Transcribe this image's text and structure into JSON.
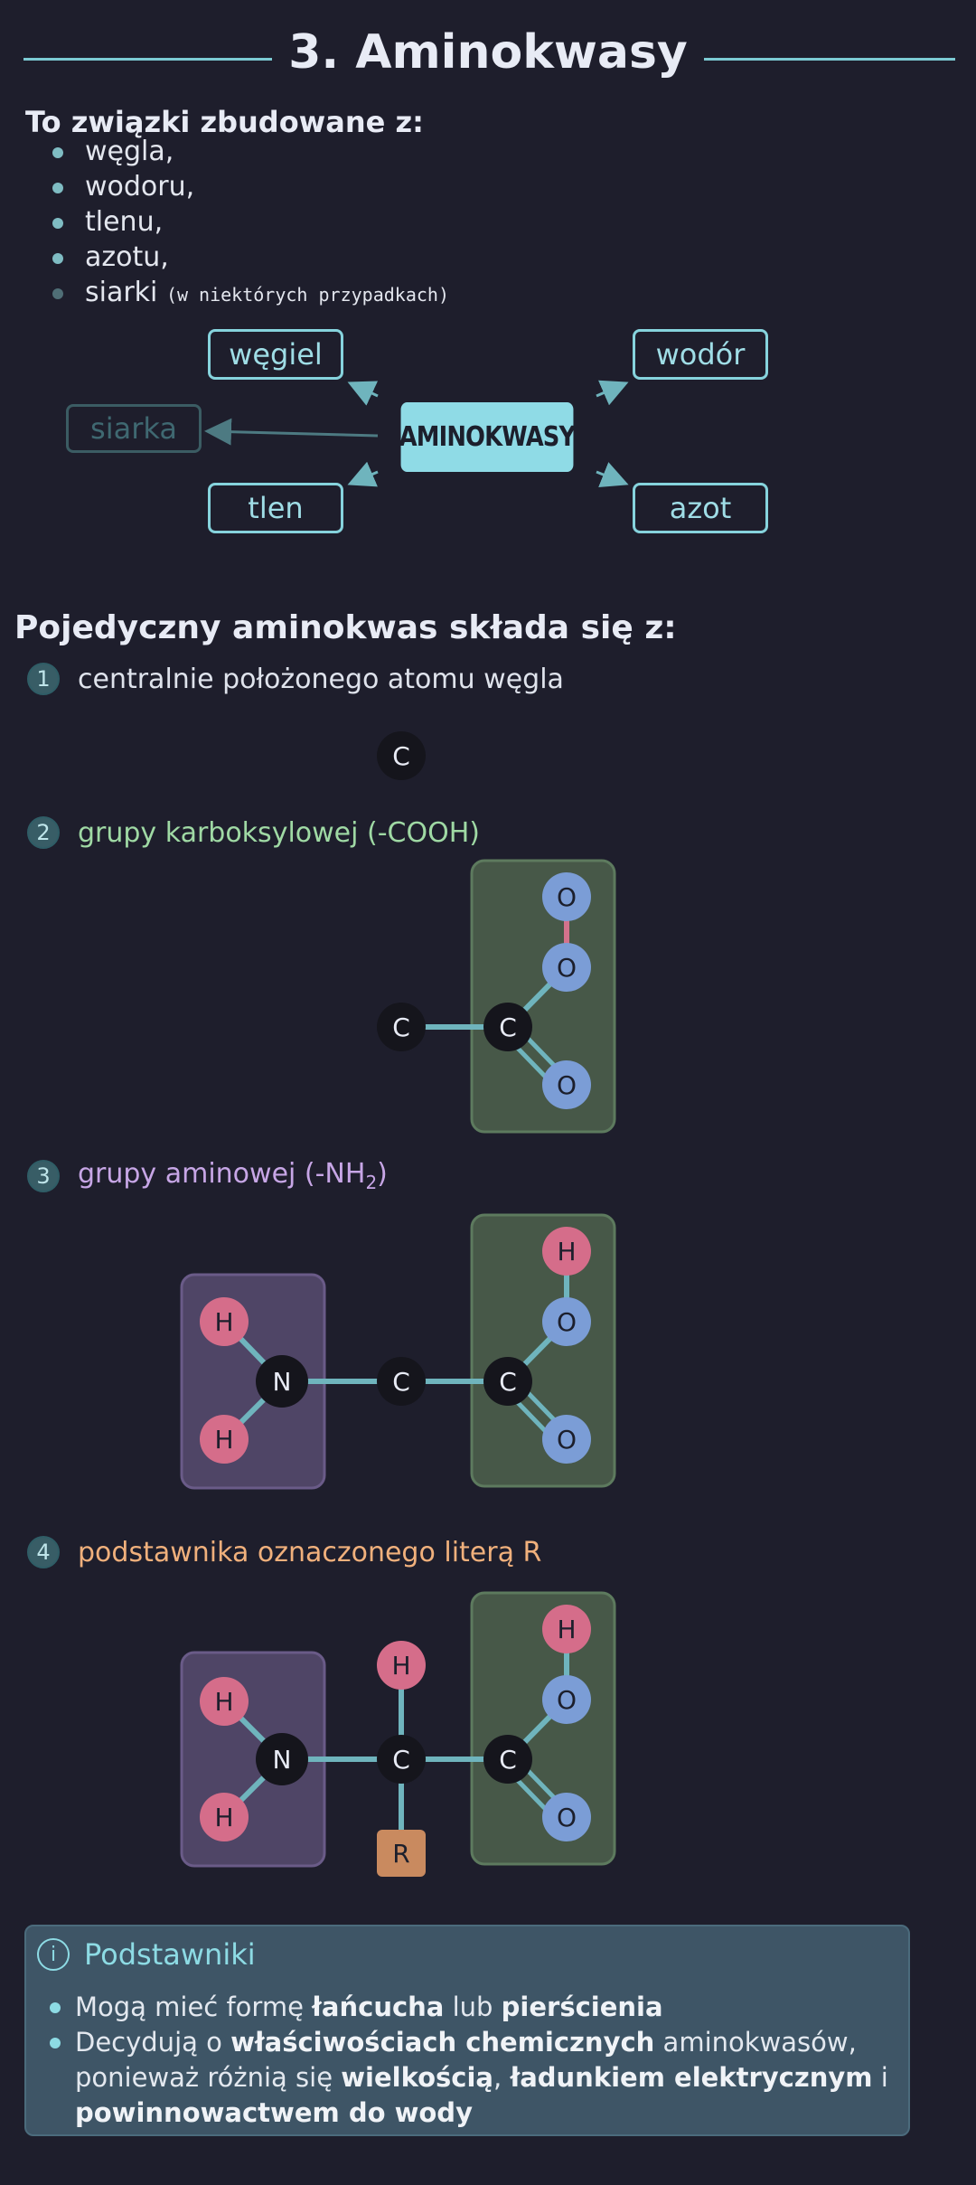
{
  "title": "3. Aminokwasy",
  "intro": "To związki zbudowane z:",
  "elements": [
    "węgla,",
    "wodoru,",
    "tlenu,",
    "azotu,",
    "siarki"
  ],
  "elements_note": "(w niektórych przypadkach)",
  "diagram": {
    "center": "AMINOKWASY",
    "nodes": {
      "carbon": "węgiel",
      "hydrogen": "wodór",
      "sulfur": "siarka",
      "oxygen": "tlen",
      "nitrogen": "azot"
    }
  },
  "section_title": "Pojedyczny aminokwas składa się z:",
  "steps": [
    {
      "num": "1",
      "text": "centralnie położonego atomu węgla",
      "color": "#dfe3ec"
    },
    {
      "num": "2",
      "text": "grupy karboksylowej (-COOH)",
      "color": "#9fd9a4"
    },
    {
      "num": "3",
      "text": "grupy aminowej (-NH",
      "sub": "2",
      "close": ")",
      "color": "#c7a6e6"
    },
    {
      "num": "4",
      "text": "podstawnika oznaczonego literą R",
      "color": "#f0b07c"
    }
  ],
  "atoms": {
    "C": "C",
    "O": "O",
    "H": "H",
    "N": "N",
    "R": "R"
  },
  "colors": {
    "accent": "#86d3dd",
    "oxygen": "#7b9dd6",
    "hydrogen": "#d56d8a",
    "carbon": "#15151c",
    "carboxyl_group": "#475848",
    "amine_group": "#4f4566",
    "r_group": "#c98a5f"
  },
  "info": {
    "icon": "i",
    "title": "Podstawniki",
    "b1": {
      "t1": "Mogą mieć formę ",
      "b1": "łańcucha",
      "t2": " lub ",
      "b2": "pierścienia"
    },
    "b2": {
      "t1": "Decydują o ",
      "b1": "właściwościach chemicznych",
      "t2": " aminokwasów, ponieważ różnią się ",
      "b2": "wielkością",
      "t3": ", ",
      "b3": "ładunkiem elektrycznym",
      "t4": " i ",
      "b4": "powinnowactwem do wody"
    }
  }
}
